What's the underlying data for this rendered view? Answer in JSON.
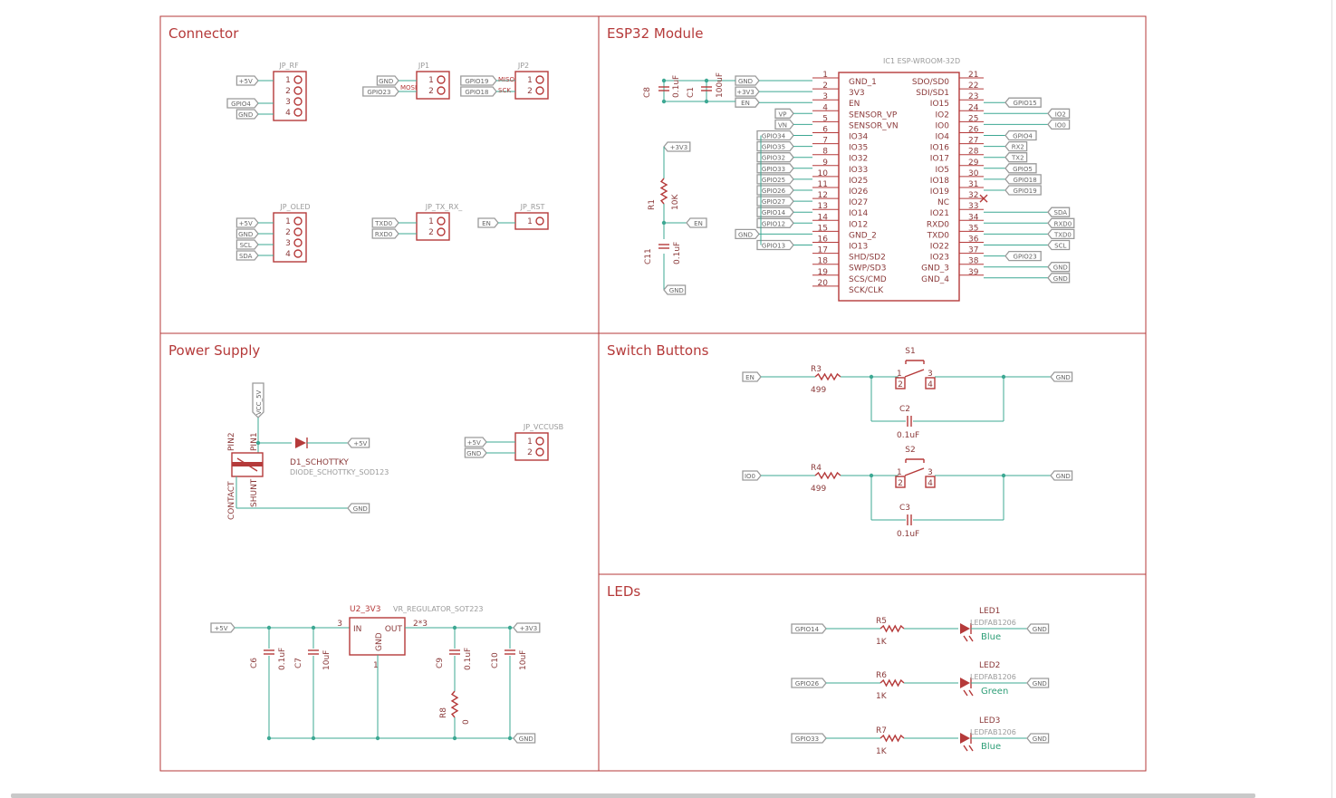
{
  "sections": {
    "connector": "Connector",
    "esp32": "ESP32 Module",
    "power": "Power Supply",
    "switch": "Switch Buttons",
    "leds": "LEDs"
  },
  "connector": {
    "jp_rf": {
      "name": "JP_RF",
      "pins": [
        "1",
        "2",
        "3",
        "4"
      ],
      "labels": [
        "+5V",
        "GPIO4",
        "GND"
      ]
    },
    "jp1": {
      "name": "JP1",
      "pins": [
        "1",
        "2"
      ],
      "labels": [
        "GND",
        "GPIO23"
      ],
      "net": "MOSI"
    },
    "jp2": {
      "name": "JP2",
      "pins": [
        "1",
        "2"
      ],
      "labels": [
        "GPIO19",
        "GPIO18"
      ],
      "nets": [
        "MISO",
        "SCK"
      ]
    },
    "jp_oled": {
      "name": "JP_OLED",
      "pins": [
        "1",
        "2",
        "3",
        "4"
      ],
      "labels": [
        "+5V",
        "GND",
        "SCL",
        "SDA"
      ]
    },
    "jp_tx_rx": {
      "name": "JP_TX_RX_",
      "pins": [
        "1",
        "2"
      ],
      "labels": [
        "TXD0",
        "RXD0"
      ]
    },
    "jp_rst": {
      "name": "JP_RST",
      "pins": [
        "1"
      ],
      "labels": [
        "EN"
      ]
    }
  },
  "esp": {
    "ref": "IC1 ESP-WROOM-32D",
    "left_pins": [
      {
        "num": "1",
        "name": "GND_1"
      },
      {
        "num": "2",
        "name": "3V3"
      },
      {
        "num": "3",
        "name": "EN"
      },
      {
        "num": "4",
        "name": "SENSOR_VP"
      },
      {
        "num": "5",
        "name": "SENSOR_VN"
      },
      {
        "num": "6",
        "name": "IO34"
      },
      {
        "num": "7",
        "name": "IO35"
      },
      {
        "num": "8",
        "name": "IO32"
      },
      {
        "num": "9",
        "name": "IO33"
      },
      {
        "num": "10",
        "name": "IO25"
      },
      {
        "num": "11",
        "name": "IO26"
      },
      {
        "num": "12",
        "name": "IO27"
      },
      {
        "num": "13",
        "name": "IO14"
      },
      {
        "num": "14",
        "name": "IO12"
      },
      {
        "num": "15",
        "name": "GND_2"
      },
      {
        "num": "16",
        "name": "IO13"
      },
      {
        "num": "17",
        "name": "SHD/SD2"
      },
      {
        "num": "18",
        "name": "SWP/SD3"
      },
      {
        "num": "19",
        "name": "SCS/CMD"
      },
      {
        "num": "20",
        "name": "SCK/CLK"
      }
    ],
    "right_pins": [
      {
        "num": "21",
        "name": "SDO/SD0"
      },
      {
        "num": "22",
        "name": "SDI/SD1"
      },
      {
        "num": "23",
        "name": "IO15"
      },
      {
        "num": "24",
        "name": "IO2"
      },
      {
        "num": "25",
        "name": "IO0"
      },
      {
        "num": "26",
        "name": "IO4"
      },
      {
        "num": "27",
        "name": "IO16"
      },
      {
        "num": "28",
        "name": "IO17"
      },
      {
        "num": "29",
        "name": "IO5"
      },
      {
        "num": "30",
        "name": "IO18"
      },
      {
        "num": "31",
        "name": "IO19"
      },
      {
        "num": "32",
        "name": "NC"
      },
      {
        "num": "33",
        "name": "IO21"
      },
      {
        "num": "34",
        "name": "RXD0"
      },
      {
        "num": "35",
        "name": "TXD0"
      },
      {
        "num": "36",
        "name": "IO22"
      },
      {
        "num": "37",
        "name": "IO23"
      },
      {
        "num": "38",
        "name": "GND_3"
      },
      {
        "num": "39",
        "name": "GND_4"
      }
    ],
    "left_labels": [
      "GND",
      "+3V3",
      "EN",
      "VP",
      "VN",
      "GPIO34",
      "GPIO35",
      "GPIO32",
      "GPIO33",
      "GPIO25",
      "GPIO26",
      "GPIO27",
      "GPIO14",
      "GPIO12",
      "GND",
      "GPIO13"
    ],
    "right_labels": [
      "GPIO15",
      "IO2",
      "IO0",
      "GPIO4",
      "RX2",
      "TX2",
      "GPIO5",
      "GPIO18",
      "GPIO19",
      "SDA",
      "RXD0",
      "TXD0",
      "SCL",
      "GPIO23",
      "GND",
      "GND"
    ],
    "caps": {
      "c8": "C8",
      "c8v": "0.1uF",
      "c1": "C1",
      "c1v": "100uF"
    },
    "en_circuit": {
      "r1": "R1",
      "r1v": "10K",
      "c11": "C11",
      "c11v": "0.1uF",
      "top": "+3V3",
      "en": "EN",
      "gnd": "GND"
    }
  },
  "power": {
    "vcc": "VCC_5V",
    "pin2": "PIN2",
    "pin1": "PIN1",
    "contact": "CONTACT",
    "shunt": "SHUNT",
    "diode": "D1_SCHOTTKY",
    "diode_part": "DIODE_SCHOTTKY_SOD123",
    "plus5": "+5V",
    "gnd": "GND",
    "jp_vccusb": {
      "name": "JP_VCCUSB",
      "pins": [
        "1",
        "2"
      ],
      "labels": [
        "+5V",
        "GND"
      ]
    },
    "reg": {
      "ref": "U2_3V3",
      "part": "VR_REGULATOR_SOT223",
      "in": "IN",
      "out": "OUT",
      "gnd": "GND",
      "pin_in": "3",
      "pin_out": "2*3",
      "pin_gnd": "1"
    },
    "caps": [
      {
        "ref": "C6",
        "val": "0.1uF"
      },
      {
        "ref": "C7",
        "val": "10uF"
      },
      {
        "ref": "C9",
        "val": "0.1uF"
      },
      {
        "ref": "C10",
        "val": "10uF"
      }
    ],
    "r8": {
      "ref": "R8",
      "val": "0"
    },
    "in_label": "+5V",
    "out_label": "+3V3",
    "gnd_label": "GND"
  },
  "switch": {
    "s1": {
      "ref": "S1",
      "r": "R3",
      "rv": "499",
      "c": "C2",
      "cv": "0.1uF",
      "in": "EN",
      "gnd": "GND"
    },
    "s2": {
      "ref": "S2",
      "r": "R4",
      "rv": "499",
      "c": "C3",
      "cv": "0.1uF",
      "in": "IO0",
      "gnd": "GND"
    },
    "pins": [
      "1",
      "2",
      "3",
      "4"
    ]
  },
  "leds": [
    {
      "in": "GPIO14",
      "r": "R5",
      "rv": "1K",
      "ref": "LED1",
      "part": "LEDFAB1206",
      "color": "Blue",
      "gnd": "GND"
    },
    {
      "in": "GPIO26",
      "r": "R6",
      "rv": "1K",
      "ref": "LED2",
      "part": "LEDFAB1206",
      "color": "Green",
      "gnd": "GND"
    },
    {
      "in": "GPIO33",
      "r": "R7",
      "rv": "1K",
      "ref": "LED3",
      "part": "LEDFAB1206",
      "color": "Blue",
      "gnd": "GND"
    }
  ]
}
